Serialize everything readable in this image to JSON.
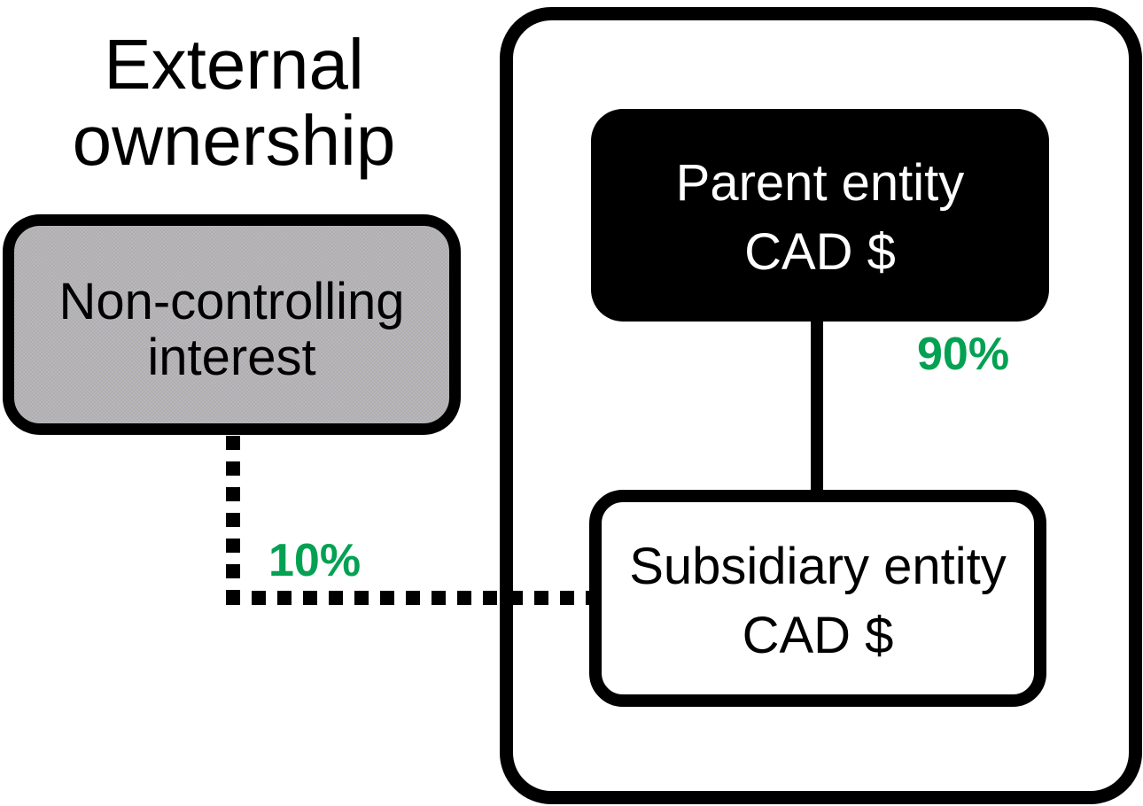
{
  "title": {
    "line1": "External",
    "line2": "ownership"
  },
  "boxes": {
    "non_controlling": {
      "line1": "Non-controlling",
      "line2": "interest"
    },
    "parent": {
      "line1": "Parent entity",
      "line2": "CAD $"
    },
    "subsidiary": {
      "line1": "Subsidiary entity",
      "line2": "CAD $"
    }
  },
  "labels": {
    "parent_ownership_pct": "90%",
    "nci_ownership_pct": "10%"
  },
  "connectors": {
    "parent_to_subsidiary_style": "solid",
    "nci_to_subsidiary_style": "dotted"
  },
  "colors": {
    "accent_green": "#03a152",
    "box_black": "#000000",
    "nci_gray": "#b1afab",
    "background": "#ffffff"
  }
}
